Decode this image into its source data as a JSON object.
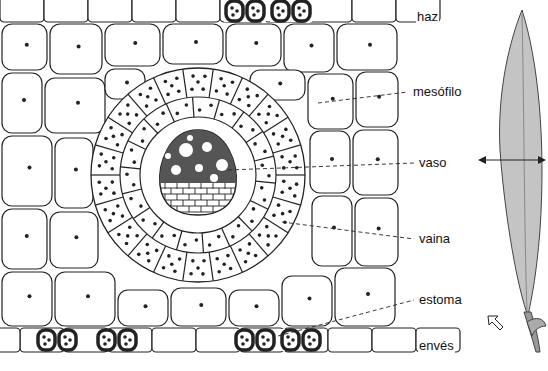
{
  "diagram": {
    "labels": [
      "haz",
      "mesófilo",
      "vaso",
      "vaina",
      "estoma",
      "envés"
    ]
  }
}
